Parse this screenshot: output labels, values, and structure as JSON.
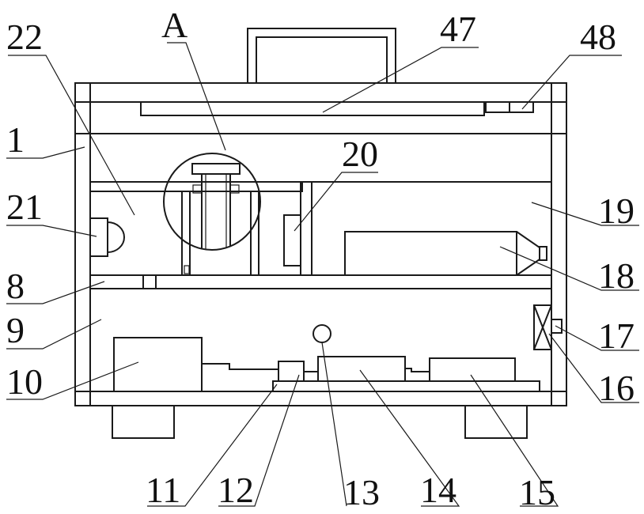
{
  "figure": {
    "callouts": [
      {
        "id": "22",
        "text": "22"
      },
      {
        "id": "A",
        "text": "A"
      },
      {
        "id": "47",
        "text": "47"
      },
      {
        "id": "48",
        "text": "48"
      },
      {
        "id": "1",
        "text": "1"
      },
      {
        "id": "20",
        "text": "20"
      },
      {
        "id": "21",
        "text": "21"
      },
      {
        "id": "19",
        "text": "19"
      },
      {
        "id": "18",
        "text": "18"
      },
      {
        "id": "8",
        "text": "8"
      },
      {
        "id": "9",
        "text": "9"
      },
      {
        "id": "17",
        "text": "17"
      },
      {
        "id": "10",
        "text": "10"
      },
      {
        "id": "16",
        "text": "16"
      },
      {
        "id": "11",
        "text": "11"
      },
      {
        "id": "12",
        "text": "12"
      },
      {
        "id": "13",
        "text": "13"
      },
      {
        "id": "14",
        "text": "14"
      },
      {
        "id": "15",
        "text": "15"
      }
    ]
  }
}
